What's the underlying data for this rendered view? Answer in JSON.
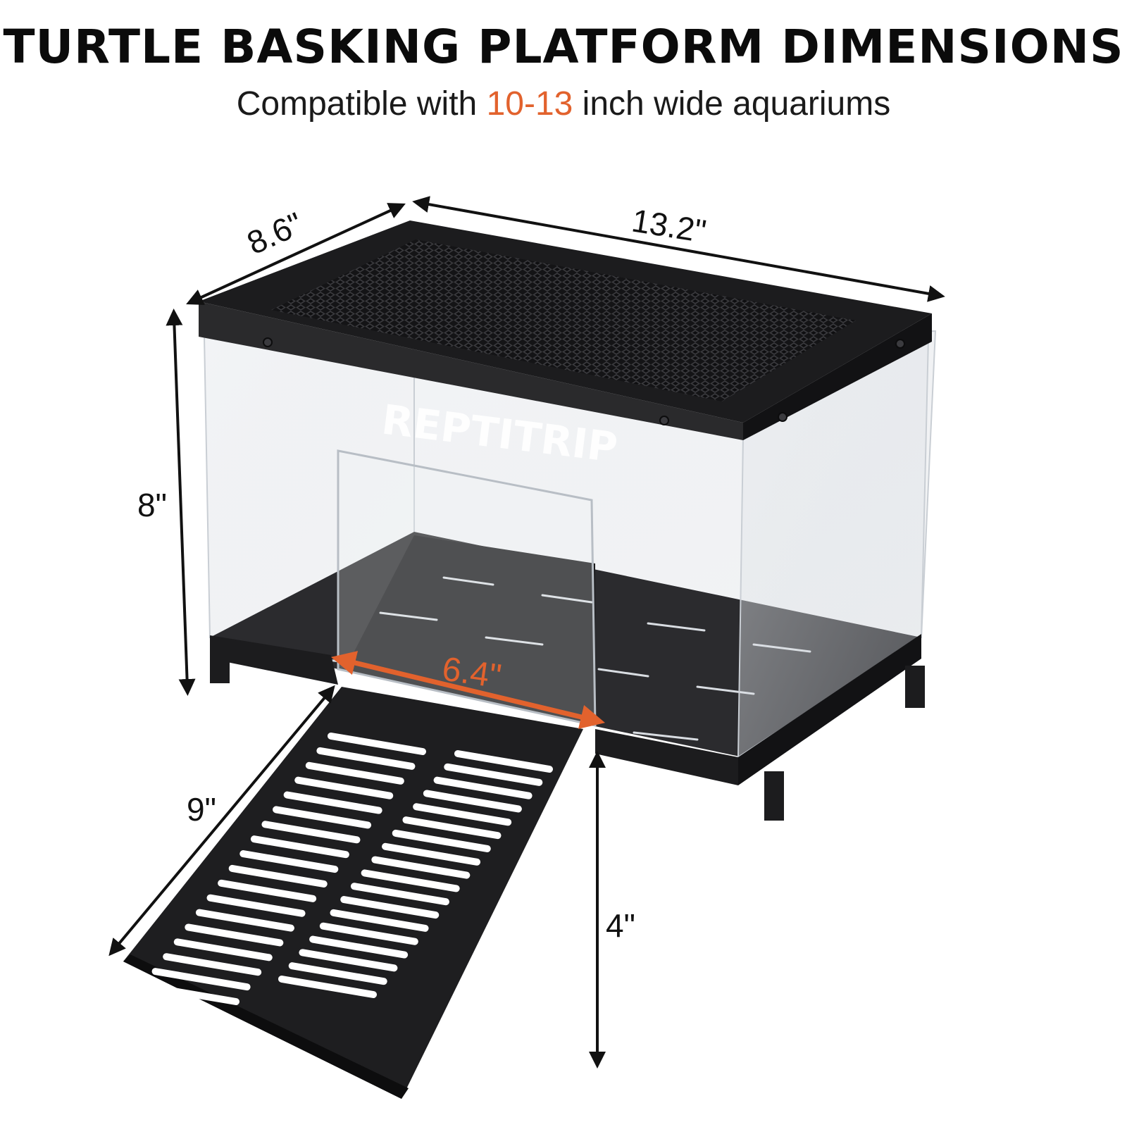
{
  "header": {
    "title": "TURTLE BASKING PLATFORM DIMENSIONS",
    "subtitle_before": "Compatible with ",
    "subtitle_highlight": "10-13",
    "subtitle_after": " inch wide aquariums"
  },
  "dimensions": {
    "depth": "8.6\"",
    "length": "13.2\"",
    "height": "8\"",
    "opening": "6.4\"",
    "ramp_length": "9\"",
    "ramp_drop": "4\""
  },
  "brand": {
    "logo_text": "REPTITRIP"
  },
  "colors": {
    "accent": "#e2622d",
    "frame": "#1c1c1e",
    "text": "#111111"
  }
}
